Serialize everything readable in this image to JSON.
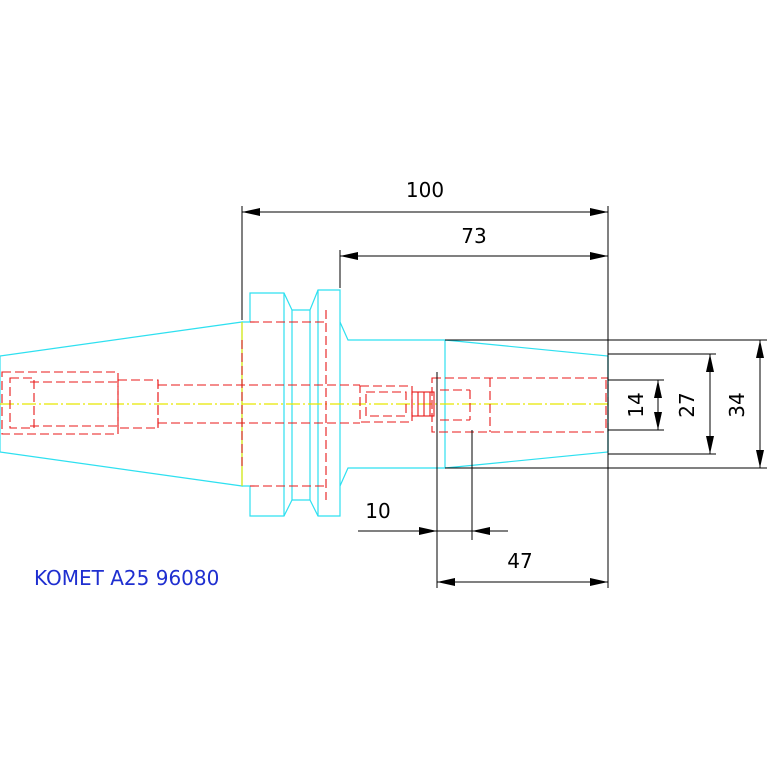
{
  "drawing": {
    "label": "KOMET A25 96080",
    "dimensions": {
      "total_length": "100",
      "shank_length": "73",
      "groove_width": "10",
      "bore_depth": "47",
      "inner_diameter": "14",
      "mid_diameter": "27",
      "outer_diameter": "34"
    }
  },
  "colors": {
    "outline": "#2ee0f0",
    "hidden": "#e81818",
    "centerline": "#e8e800",
    "dimension": "#000000",
    "label": "#1f2fd0"
  }
}
